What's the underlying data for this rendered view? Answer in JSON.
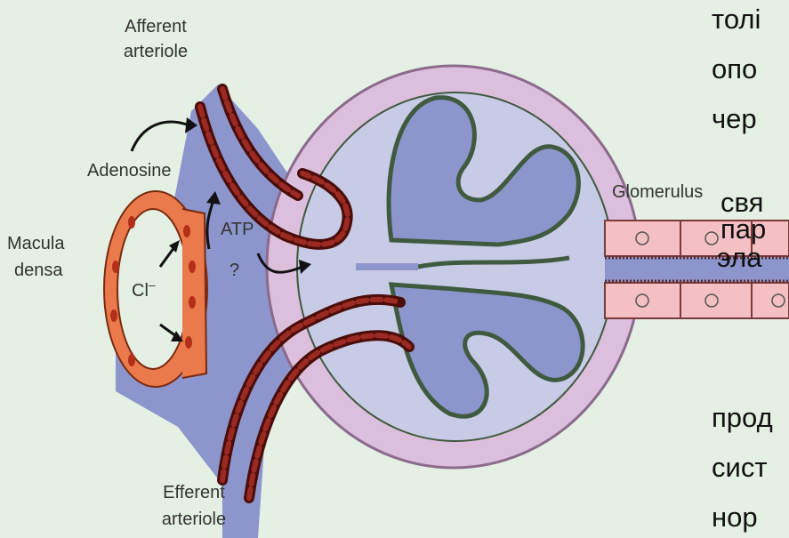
{
  "labels": {
    "afferent_line1": "Afferent",
    "afferent_line2": "arteriole",
    "adenosine": "Adenosine",
    "atp": "ATP",
    "question": "?",
    "macula_line1": "Macula",
    "macula_line2": "densa",
    "chloride": "Cl",
    "chloride_sup": "–",
    "glomerulus": "Glomerulus",
    "efferent_line1": "Efferent",
    "efferent_line2": "arteriole"
  },
  "overlay_text": {
    "top_lines": [
      "толі",
      "опо",
      "чер",
      "свя",
      "пар",
      "эла"
    ],
    "bottom_lines": [
      "прод",
      "сист",
      "нор"
    ]
  },
  "colors": {
    "background": "#e3f0e3",
    "vessel_blue": "#8c95cc",
    "capsule_pink": "#dcbfdc",
    "capsule_outline": "#8c6a8c",
    "loop_green": "#3f5a3f",
    "arteriole_red": "#8b1a14",
    "macula_orange": "#ea7a4c",
    "tubule_pink": "#f4c0c4"
  }
}
